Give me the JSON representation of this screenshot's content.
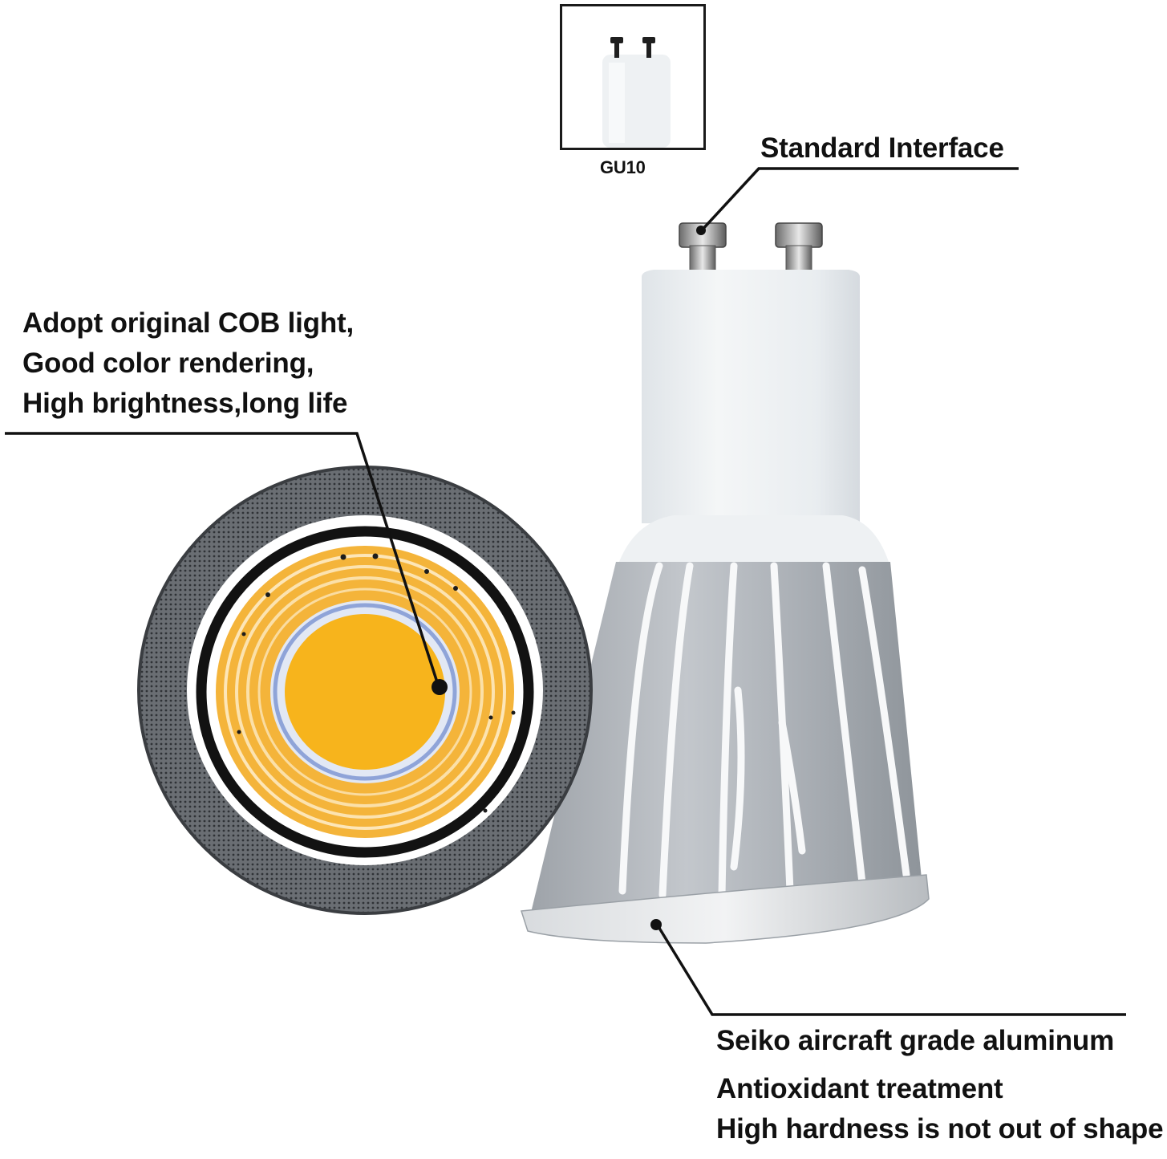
{
  "inset": {
    "caption": "GU10",
    "icon": "gu10-base-icon"
  },
  "callouts": {
    "interface": {
      "label": "Standard Interface"
    },
    "cob": {
      "lines": [
        "Adopt original COB light,",
        "Good color rendering,",
        "High brightness,long life"
      ]
    },
    "aluminum": {
      "lines": [
        "Seiko aircraft grade aluminum",
        "Antioxidant treatment",
        "High hardness is not out of shape"
      ]
    }
  },
  "colors": {
    "cob_yellow": "#f7b41c",
    "cob_ring_blue": "#8fa4d8",
    "reflector_gray": "#5a5e63",
    "heatsink_silver": "#b9bdc2",
    "ceramic_white": "#eef1f3",
    "line": "#111111"
  }
}
